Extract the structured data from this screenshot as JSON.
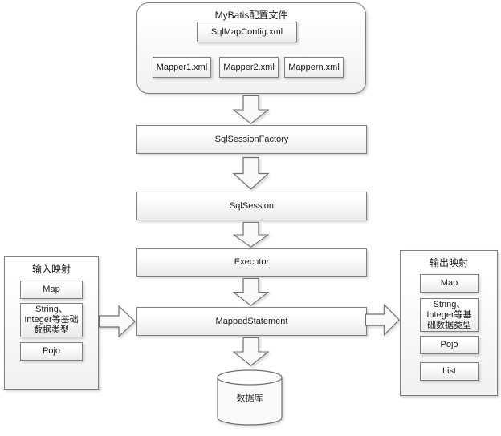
{
  "diagram": {
    "config_container": {
      "title": "MyBatis配置文件",
      "main_config": "SqlMapConfig.xml",
      "mappers": [
        "Mapper1.xml",
        "Mapper2.xml",
        "Mappern.xml"
      ]
    },
    "flow_boxes": [
      "SqlSessionFactory",
      "SqlSession",
      "Executor",
      "MappedStatement"
    ],
    "input_panel": {
      "title": "输入映射",
      "items": [
        "Map",
        "String、Integer等基础数据类型",
        "Pojo"
      ]
    },
    "output_panel": {
      "title": "输出映射",
      "items": [
        "Map",
        "String、Integer等基础数据类型",
        "Pojo",
        "List"
      ]
    },
    "database_label": "数据库",
    "colors": {
      "border": "#7f7f7f",
      "text": "#1a1a1a",
      "fill_top": "#ffffff",
      "fill_bottom": "#ebebeb"
    }
  }
}
